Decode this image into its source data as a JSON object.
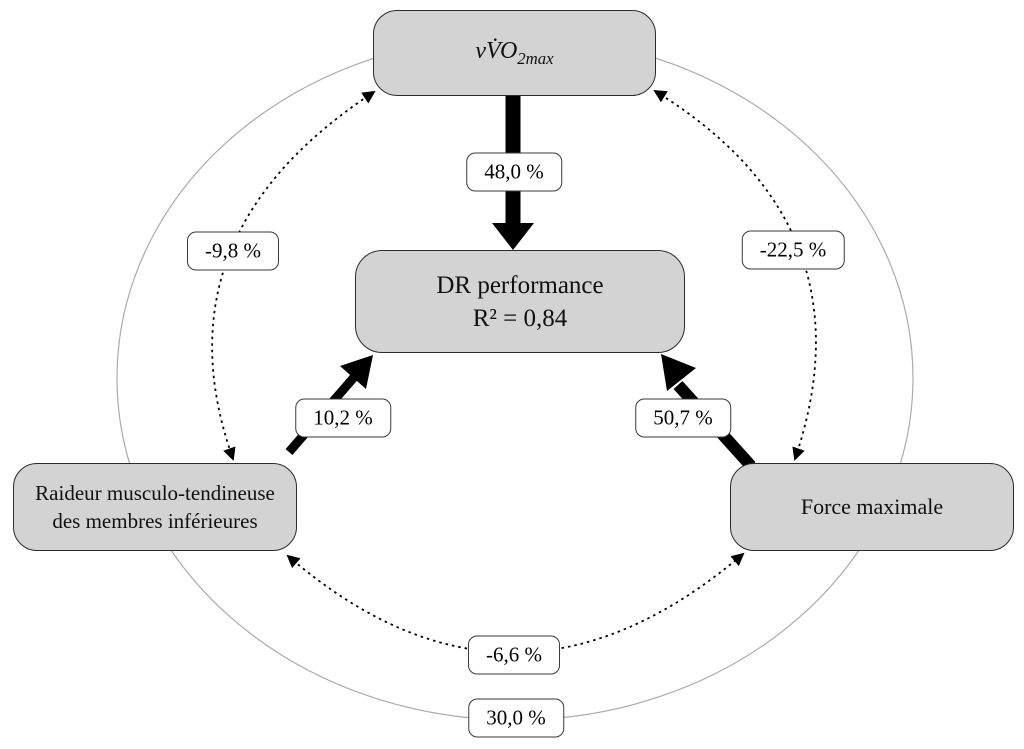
{
  "nodes": {
    "vvo2max": {
      "main": "vV̇O",
      "sub": "2max"
    },
    "performance": {
      "line1": "DR performance",
      "line2": "R² = 0,84"
    },
    "stiffness": {
      "line1": "Raideur musculo-tendineuse",
      "line2": "des membres inférieures"
    },
    "force": {
      "label": "Force maximale"
    }
  },
  "edge_labels": {
    "vvo2max_to_performance": "48,0 %",
    "stiffness_to_performance": "10,2 %",
    "force_to_performance": "50,7 %",
    "vvo2max_stiffness_correlation": "-9,8 %",
    "vvo2max_force_correlation": "-22,5 %",
    "stiffness_force_correlation": "-6,6 %",
    "outer_ellipse": "30,0 %"
  },
  "colors": {
    "node_fill": "#d3d3d3",
    "node_border": "#2b2b2b",
    "arrow": "#000000",
    "outer_ellipse_stroke": "#ababab",
    "label_background": "#ffffff"
  }
}
